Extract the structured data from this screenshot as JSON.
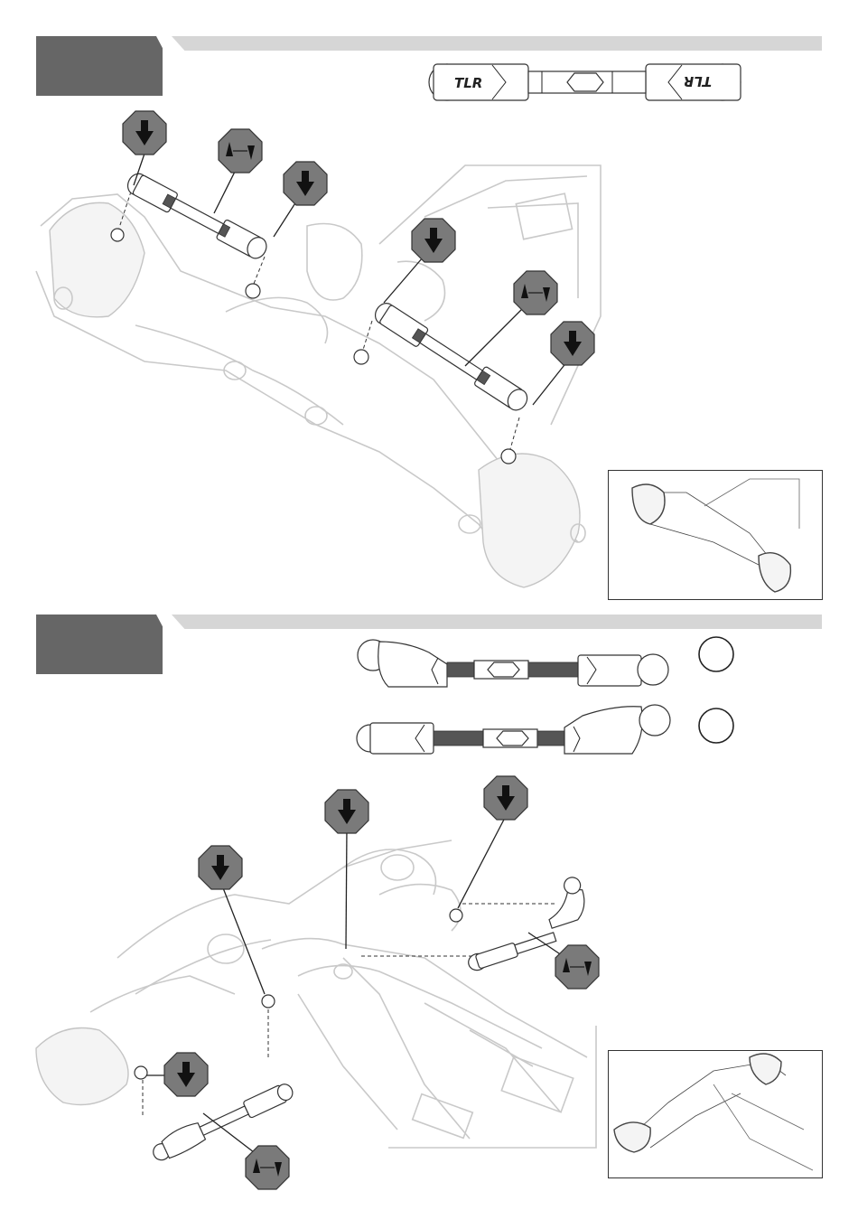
{
  "steps": [
    {
      "id": "step-top"
    },
    {
      "id": "step-bottom"
    }
  ],
  "tie_rod_logo": {
    "left": "TLR",
    "right": "TLR"
  },
  "icons": {
    "push": "push-down-icon",
    "adjust": "adjust-length-icon",
    "orientation": "orientation-circle-icon"
  },
  "colors": {
    "step_tab": "#666666",
    "step_bar": "#d6d6d6",
    "icon_fill": "#7a7a7a",
    "line": "#333333"
  }
}
